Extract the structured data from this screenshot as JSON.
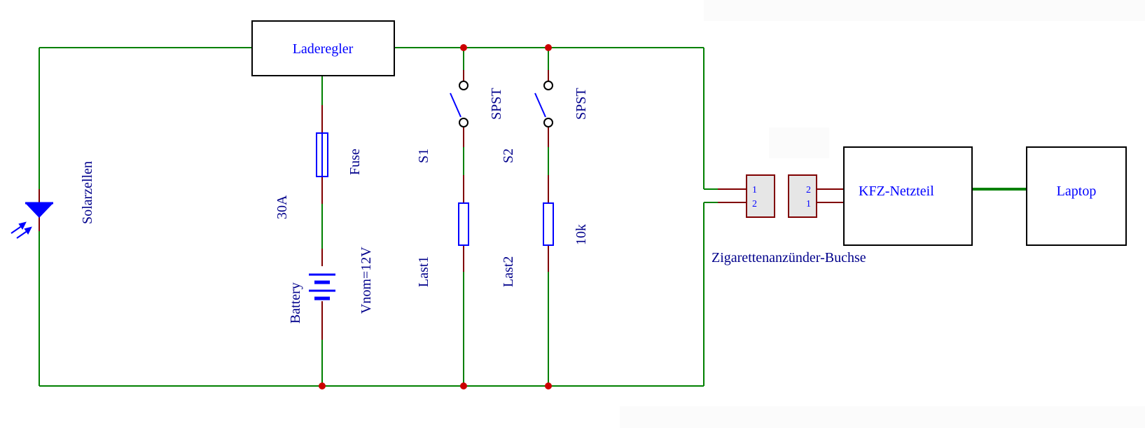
{
  "components": {
    "solar": {
      "label": "Solarzellen"
    },
    "controller": {
      "label": "Laderegler"
    },
    "fuse": {
      "label": "Fuse",
      "value": "30A"
    },
    "battery": {
      "label": "Battery",
      "value": "Vnom=12V"
    },
    "switch1": {
      "label": "S1",
      "type": "SPST"
    },
    "switch2": {
      "label": "S2",
      "type": "SPST"
    },
    "load1": {
      "label": "Last1"
    },
    "load2": {
      "label": "Last2",
      "value": "10k"
    },
    "socket": {
      "label": "Zigarettenanzünder-Buchse",
      "left_pins": [
        "1",
        "2"
      ],
      "right_pins": [
        "2",
        "1"
      ]
    },
    "psu": {
      "label": "KFZ-Netzteil"
    },
    "laptop": {
      "label": "Laptop"
    }
  },
  "colors": {
    "wire": "#008000",
    "lead": "#800000",
    "component_body": "#0000ff",
    "label": "#00008b",
    "junction": "#cc0000"
  }
}
